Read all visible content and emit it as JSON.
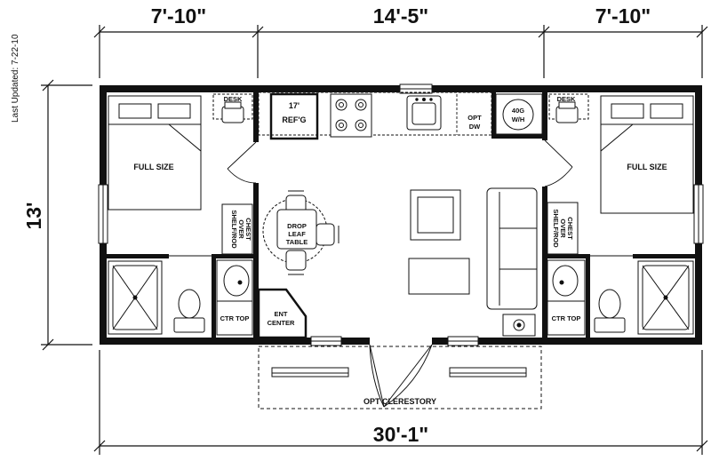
{
  "last_updated": "Last Updated: 7-22-10",
  "dimensions": {
    "left_width": "7'-10\"",
    "center_width": "14'-5\"",
    "right_width": "7'-10\"",
    "depth": "13'",
    "overall_length": "30'-1\""
  },
  "labels": {
    "desk_left": "DESK",
    "desk_right": "DESK",
    "refrig_line1": "17'",
    "refrig_line2": "REF'G",
    "dw_line1": "OPT",
    "dw_line2": "DW",
    "wh_line1": "40G",
    "wh_line2": "W/H",
    "bed_left": "FULL SIZE",
    "bed_right": "FULL SIZE",
    "shelf_left_line1": "SHELF/ROD",
    "shelf_left_line2": "OVER",
    "shelf_left_line3": "CHEST",
    "shelf_right_line1": "SHELF/ROD",
    "shelf_right_line2": "OVER",
    "shelf_right_line3": "CHEST",
    "table_line1": "DROP",
    "table_line2": "LEAF",
    "table_line3": "TABLE",
    "ctr_top_left": "CTR TOP",
    "ctr_top_right": "CTR TOP",
    "ent_line1": "ENT",
    "ent_line2": "CENTER",
    "clerestory": "OPT CLERESTORY"
  }
}
